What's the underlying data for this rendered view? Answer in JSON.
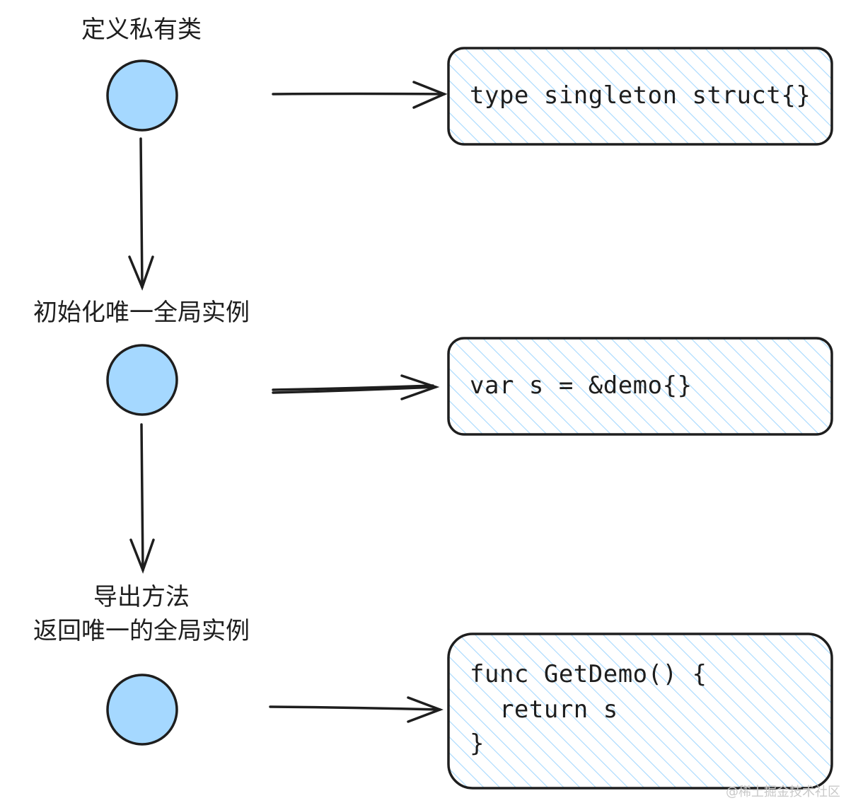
{
  "steps": [
    {
      "label": "定义私有类"
    },
    {
      "label_line1": "初始化唯一全局实例"
    },
    {
      "label_line1": "导出方法",
      "label_line2": "返回唯一的全局实例"
    }
  ],
  "code_boxes": [
    {
      "lines": [
        "type singleton struct{}"
      ]
    },
    {
      "lines": [
        "var s = &demo{}"
      ]
    },
    {
      "lines": [
        "func GetDemo() {",
        "  return s",
        "}"
      ]
    }
  ],
  "watermark": "@稀土掘金技术社区",
  "colors": {
    "node_fill": "#a5d8ff",
    "box_hatch": "#a5d8ff",
    "stroke": "#1e1e1e"
  }
}
